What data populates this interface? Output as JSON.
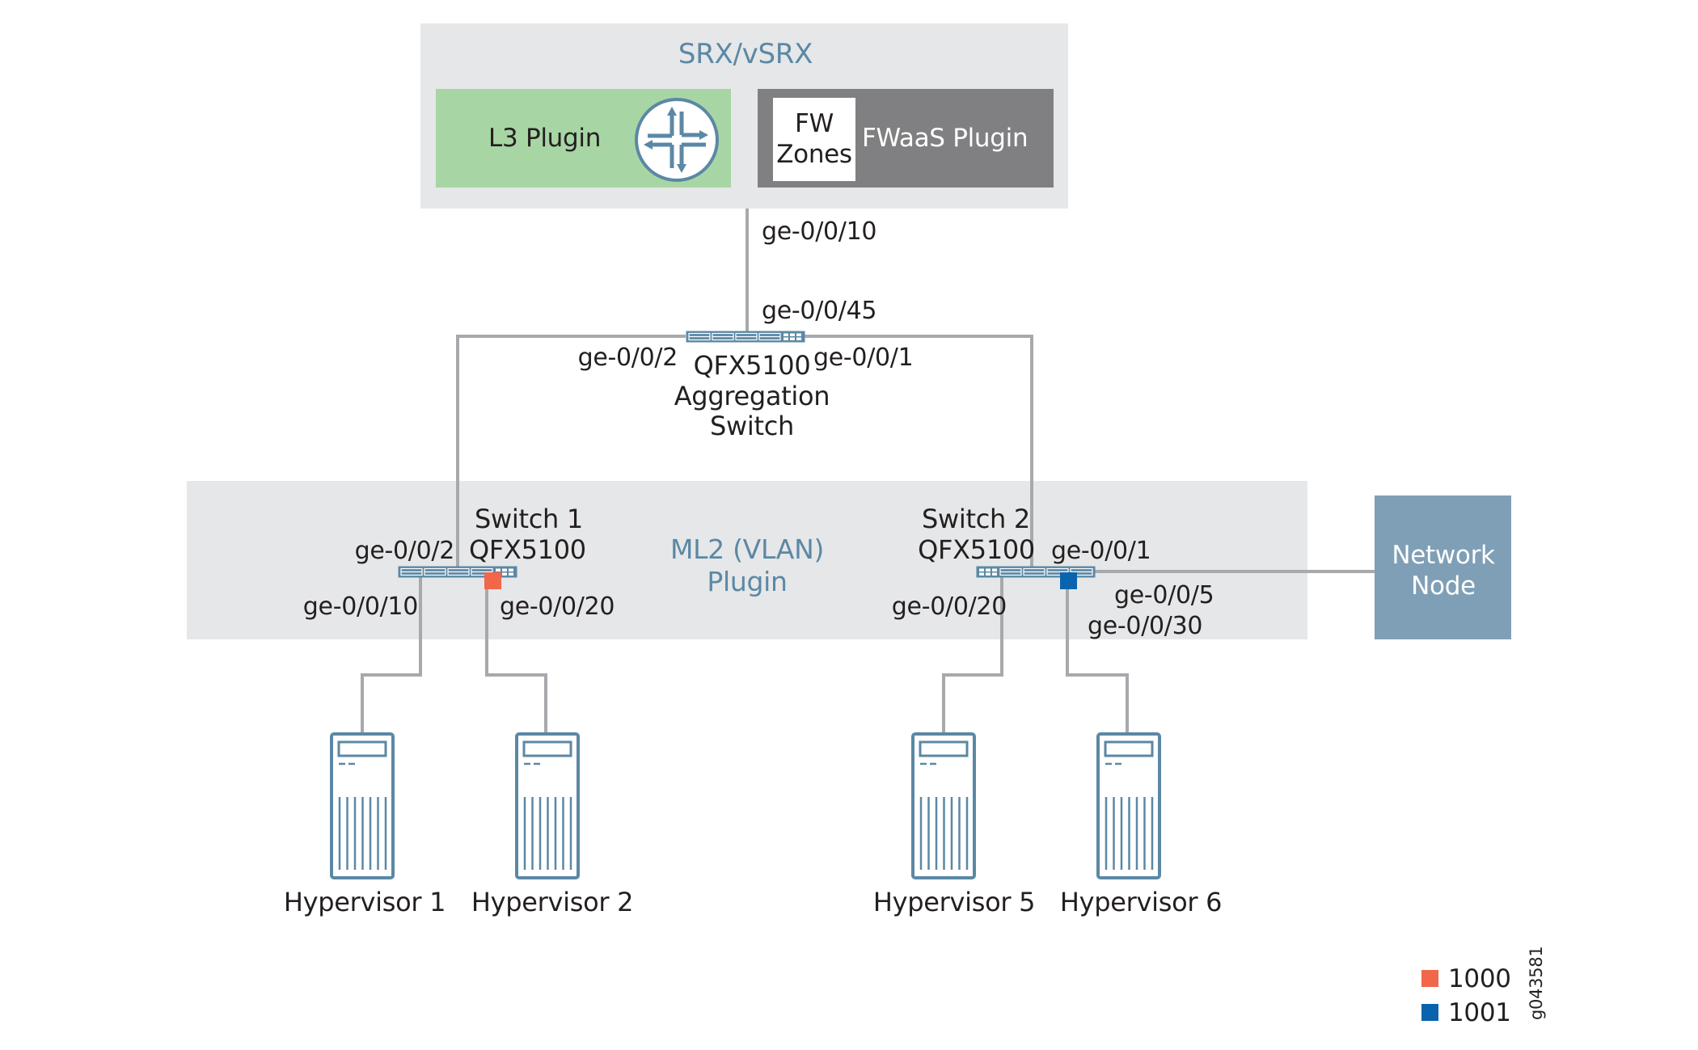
{
  "diagram": {
    "srx": {
      "title": "SRX/vSRX",
      "l3_plugin": {
        "label": "L3 Plugin",
        "icon": "router-icon"
      },
      "fwaas_plugin": {
        "label": "FWaaS Plugin",
        "fw_zones_line1": "FW",
        "fw_zones_line2": "Zones"
      },
      "uplink_port": "ge-0/0/10"
    },
    "aggregation_switch": {
      "model": "QFX5100",
      "line2": "Aggregation",
      "line3": "Switch",
      "port_up": "ge-0/0/45",
      "port_left": "ge-0/0/2",
      "port_right": "ge-0/0/1",
      "icon": "switch-icon"
    },
    "ml2": {
      "line1": "ML2 (VLAN)",
      "line2": "Plugin"
    },
    "switch1": {
      "name": "Switch 1",
      "model": "QFX5100",
      "port_up": "ge-0/0/2",
      "port_hyp1": "ge-0/0/10",
      "port_hyp2": "ge-0/0/20",
      "vlan_marker": "1000"
    },
    "switch2": {
      "name": "Switch 2",
      "model": "QFX5100",
      "port_up": "ge-0/0/1",
      "port_hyp5": "ge-0/0/20",
      "port_hyp6": "ge-0/0/30",
      "port_network_node": "ge-0/0/5",
      "vlan_marker": "1001"
    },
    "network_node": {
      "line1": "Network",
      "line2": "Node"
    },
    "hypervisors": [
      {
        "label": "Hypervisor 1"
      },
      {
        "label": "Hypervisor 2"
      },
      {
        "label": "Hypervisor 5"
      },
      {
        "label": "Hypervisor 6"
      }
    ],
    "legend": [
      {
        "label": "1000",
        "color": "#f26649"
      },
      {
        "label": "1001",
        "color": "#0a64ad"
      }
    ],
    "figure_id": "g043581"
  },
  "colors": {
    "panel_gray": "#e6e7e8",
    "l3_green": "#a8d5a4",
    "fwaas_gray": "#808082",
    "accent_blue": "#5b88a5",
    "network_node_bg": "#7f9fb6",
    "wire": "#a7a9ac",
    "vlan_1000": "#f26649",
    "vlan_1001": "#0a64ad"
  }
}
